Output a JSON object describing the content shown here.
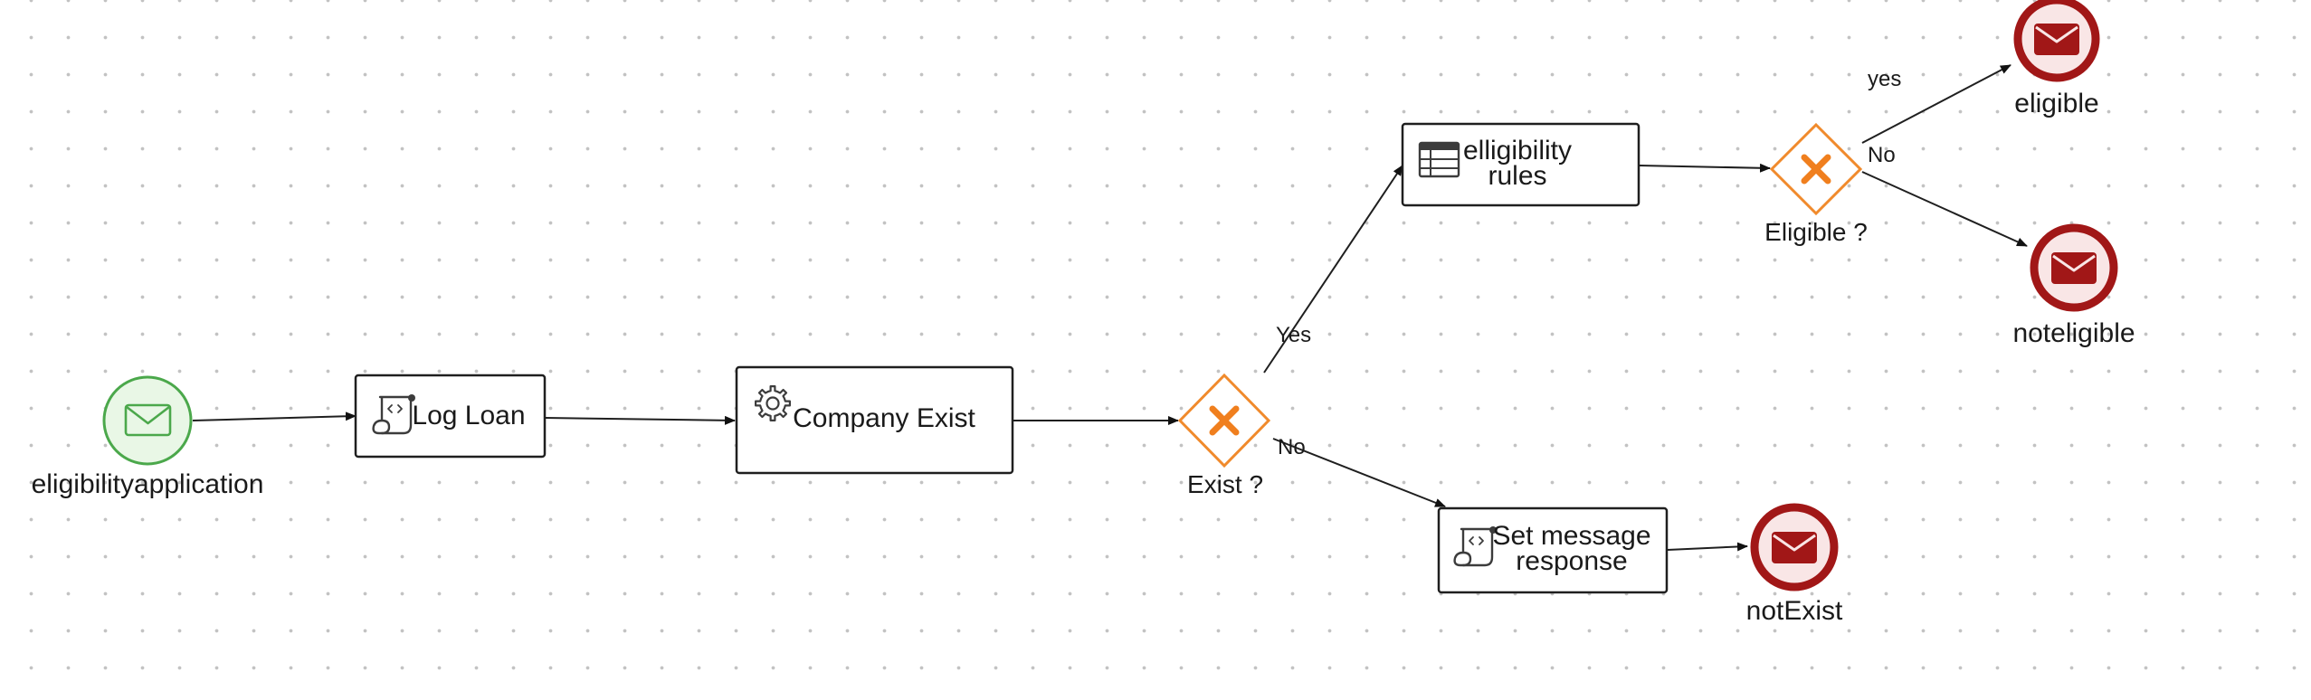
{
  "process": {
    "start_event": {
      "label": "eligibilityapplication",
      "icon": "envelope-icon"
    },
    "tasks": {
      "log_loan": {
        "label": "Log Loan",
        "icon": "script-icon"
      },
      "company_exist": {
        "label": "Company Exist",
        "icon": "gear-icon"
      },
      "elligibility_rules": {
        "label_line1": "elligibility",
        "label_line2": "rules",
        "icon": "table-icon"
      },
      "set_message": {
        "label_line1": "Set message",
        "label_line2": "response",
        "icon": "script-icon"
      }
    },
    "gateways": {
      "exist": {
        "label": "Exist ?",
        "icon": "x-icon"
      },
      "eligible": {
        "label": "Eligible ?",
        "icon": "x-icon"
      }
    },
    "end_events": {
      "eligible": {
        "label": "eligible",
        "icon": "envelope-icon"
      },
      "noteligible": {
        "label": "noteligible",
        "icon": "envelope-icon"
      },
      "notexist": {
        "label": "notExist",
        "icon": "envelope-icon"
      }
    },
    "flows": {
      "exist_yes": "Yes",
      "exist_no": "No",
      "eligible_yes": "yes",
      "eligible_no": "No"
    }
  },
  "colors": {
    "start_stroke": "#4ba84b",
    "start_fill": "#e9f7e6",
    "gateway_stroke": "#f08a2c",
    "gateway_mark": "#f07f1e",
    "end_stroke": "#a11717",
    "end_fill": "#f9e6e6"
  }
}
